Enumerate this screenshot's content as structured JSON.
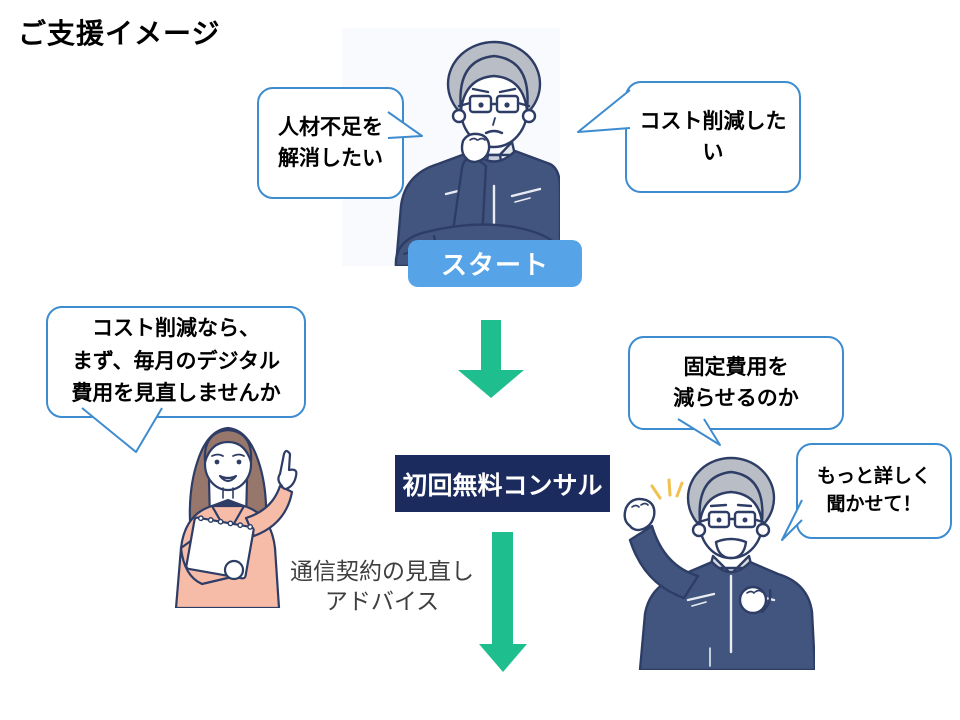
{
  "slide": {
    "title": "ご支援イメージ"
  },
  "bubbles": {
    "staff_shortage": {
      "text": "人材不足を\n解消したい"
    },
    "cost_reduction": {
      "text": "コスト削減した\nい"
    },
    "consultant_pitch": {
      "text": "コスト削減なら、\nまず、毎月のデジタル\n費用を見直しませんか"
    },
    "fixed_cost": {
      "text": "固定費用を\n減らせるのか"
    },
    "tell_me_more": {
      "text": "もっと詳しく\n聞かせて！"
    }
  },
  "flow": {
    "start_label": "スタート",
    "consult_label": "初回無料コンサル",
    "advice_note": "通信契約の見直し\nアドバイス"
  },
  "icons": {
    "flow_arrow_top": "down-arrow-icon",
    "flow_arrow_bottom": "down-arrow-icon"
  },
  "illustrations": {
    "thinking_man": "thinking-worker-man",
    "consultant_woman": "pointing-consultant-woman",
    "cheering_man": "cheering-worker-man"
  },
  "colors": {
    "bubble_border": "#3D8CD0",
    "start_fill": "#56A4E7",
    "consult_fill": "#1B2B5E",
    "arrow_green": "#1FBE8E",
    "note_text": "#3F3F40"
  }
}
